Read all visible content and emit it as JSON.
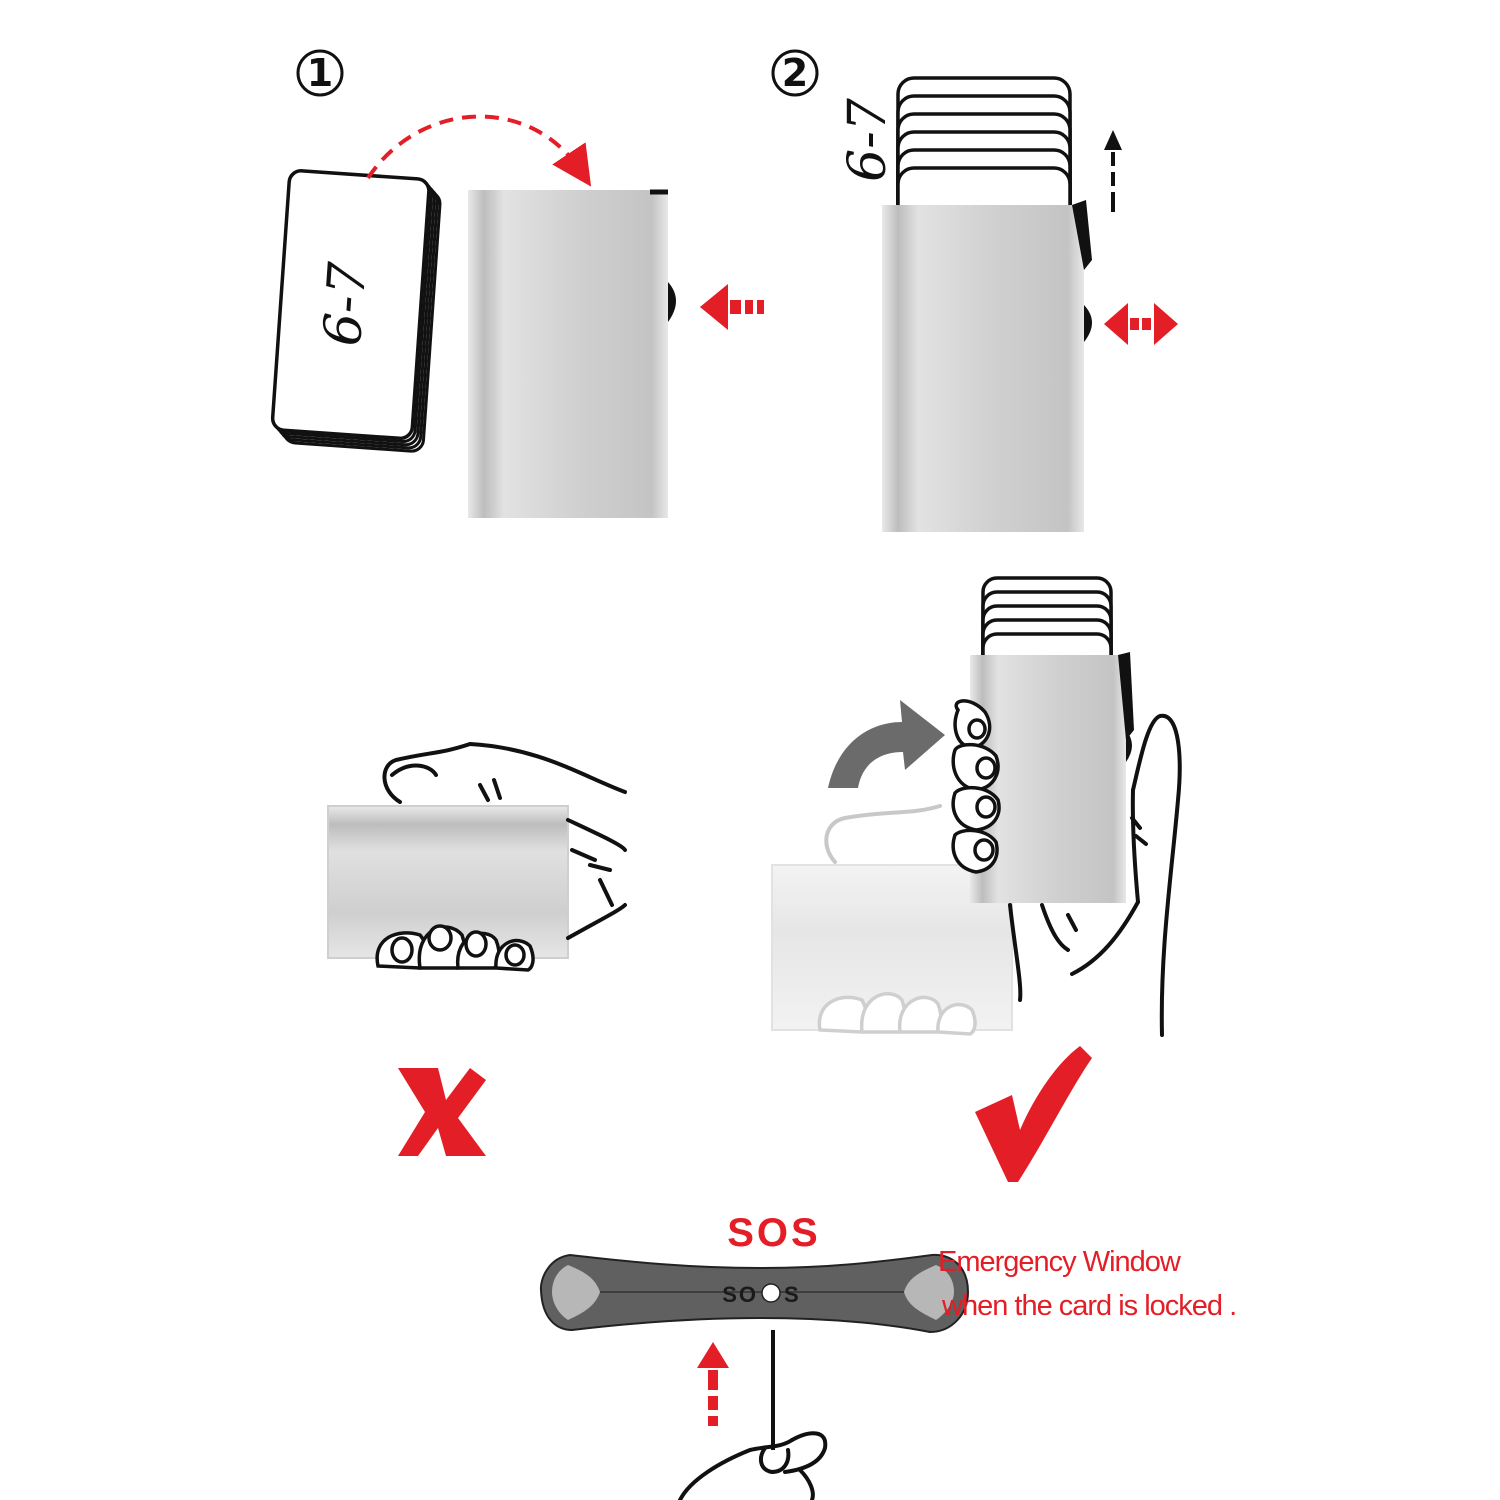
{
  "steps": {
    "step1": {
      "label": "①",
      "card_label": "6-7"
    },
    "step2": {
      "label": "②",
      "card_label": "6-7"
    }
  },
  "grip": {
    "wrong_mark": "X",
    "right_mark": "check"
  },
  "sos": {
    "big_label": "SOS",
    "slot_label_left": "SO",
    "slot_label_right": "S",
    "caption_line1": "Emergency Window",
    "caption_line2": "when the card is locked ."
  },
  "colors": {
    "accent_red": "#e41e26",
    "case_silver": "#d4d4d4",
    "slot_dark": "#5a5a5a"
  }
}
